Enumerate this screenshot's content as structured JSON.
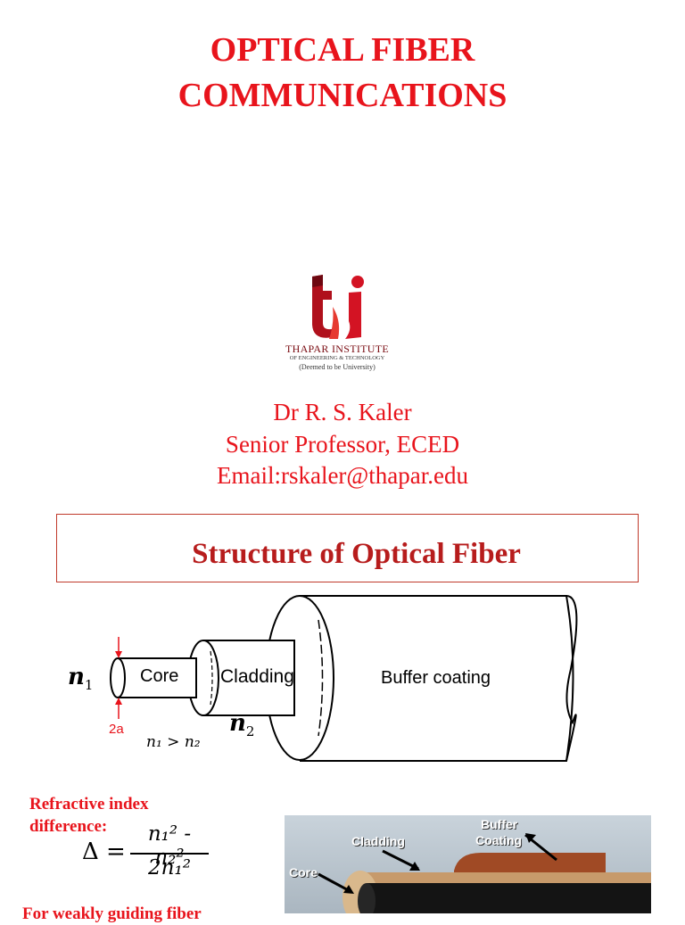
{
  "title": {
    "line1": "OPTICAL FIBER",
    "line2": "COMMUNICATIONS"
  },
  "logo": {
    "mark": "ti",
    "name": "THAPAR INSTITUTE",
    "sub": "OF ENGINEERING & TECHNOLOGY",
    "deemed": "(Deemed to be University)"
  },
  "author": {
    "name": "Dr R. S. Kaler",
    "position": "Senior Professor, ECED",
    "email": "Email:rskaler@thapar.edu"
  },
  "section": {
    "title": "Structure of Optical Fiber"
  },
  "fiber_diagram": {
    "core": "Core",
    "cladding": "Cladding",
    "buffer": "Buffer coating",
    "n1": "n",
    "n1_sub": "1",
    "n2": "n",
    "n2_sub": "2",
    "diameter": "2a",
    "relation": "n₁ > n₂"
  },
  "formula": {
    "label1": "Refractive index",
    "label2": "difference:",
    "delta": "Δ =",
    "numerator": "n₁² - n₂²",
    "denominator": "2n₁²"
  },
  "photo": {
    "buffer1": "Buffer",
    "buffer2": "Coating",
    "cladding": "Cladding",
    "core": "Core"
  },
  "footer_partial": "For weakly guiding fiber"
}
